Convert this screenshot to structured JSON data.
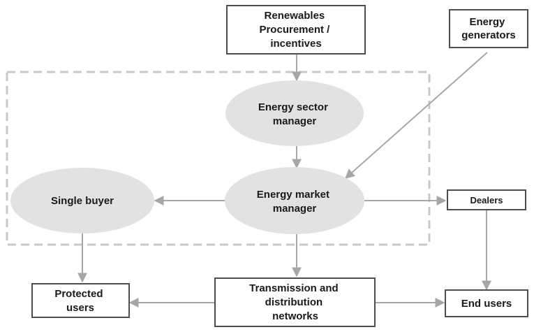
{
  "nodes": {
    "renewables": {
      "lines": [
        "Renewables",
        "Procurement /",
        "incentives"
      ]
    },
    "generators": {
      "lines": [
        "Energy",
        "generators"
      ]
    },
    "sector_manager": {
      "lines": [
        "Energy sector",
        "manager"
      ]
    },
    "market_manager": {
      "lines": [
        "Energy market",
        "manager"
      ]
    },
    "single_buyer": {
      "lines": [
        "Single buyer"
      ]
    },
    "dealers": {
      "lines": [
        "Dealers"
      ]
    },
    "protected_users": {
      "lines": [
        "Protected",
        "users"
      ]
    },
    "tnd": {
      "lines": [
        "Transmission and",
        "distribution",
        "networks"
      ]
    },
    "end_users": {
      "lines": [
        "End users"
      ]
    }
  },
  "edges": [
    {
      "from": "renewables",
      "to": "sector_manager"
    },
    {
      "from": "sector_manager",
      "to": "market_manager"
    },
    {
      "from": "generators",
      "to": "market_manager"
    },
    {
      "from": "market_manager",
      "to": "single_buyer"
    },
    {
      "from": "market_manager",
      "to": "dealers"
    },
    {
      "from": "market_manager",
      "to": "tnd"
    },
    {
      "from": "single_buyer",
      "to": "protected_users"
    },
    {
      "from": "tnd",
      "to": "protected_users"
    },
    {
      "from": "tnd",
      "to": "end_users"
    },
    {
      "from": "dealers",
      "to": "end_users"
    }
  ],
  "colors": {
    "ellipse_fill": "#e3e2e2",
    "box_stroke": "#4d4d4d",
    "arrow": "#a6a6a6",
    "dashed_boundary": "#c8c8c8",
    "text": "#1a1a1a"
  }
}
